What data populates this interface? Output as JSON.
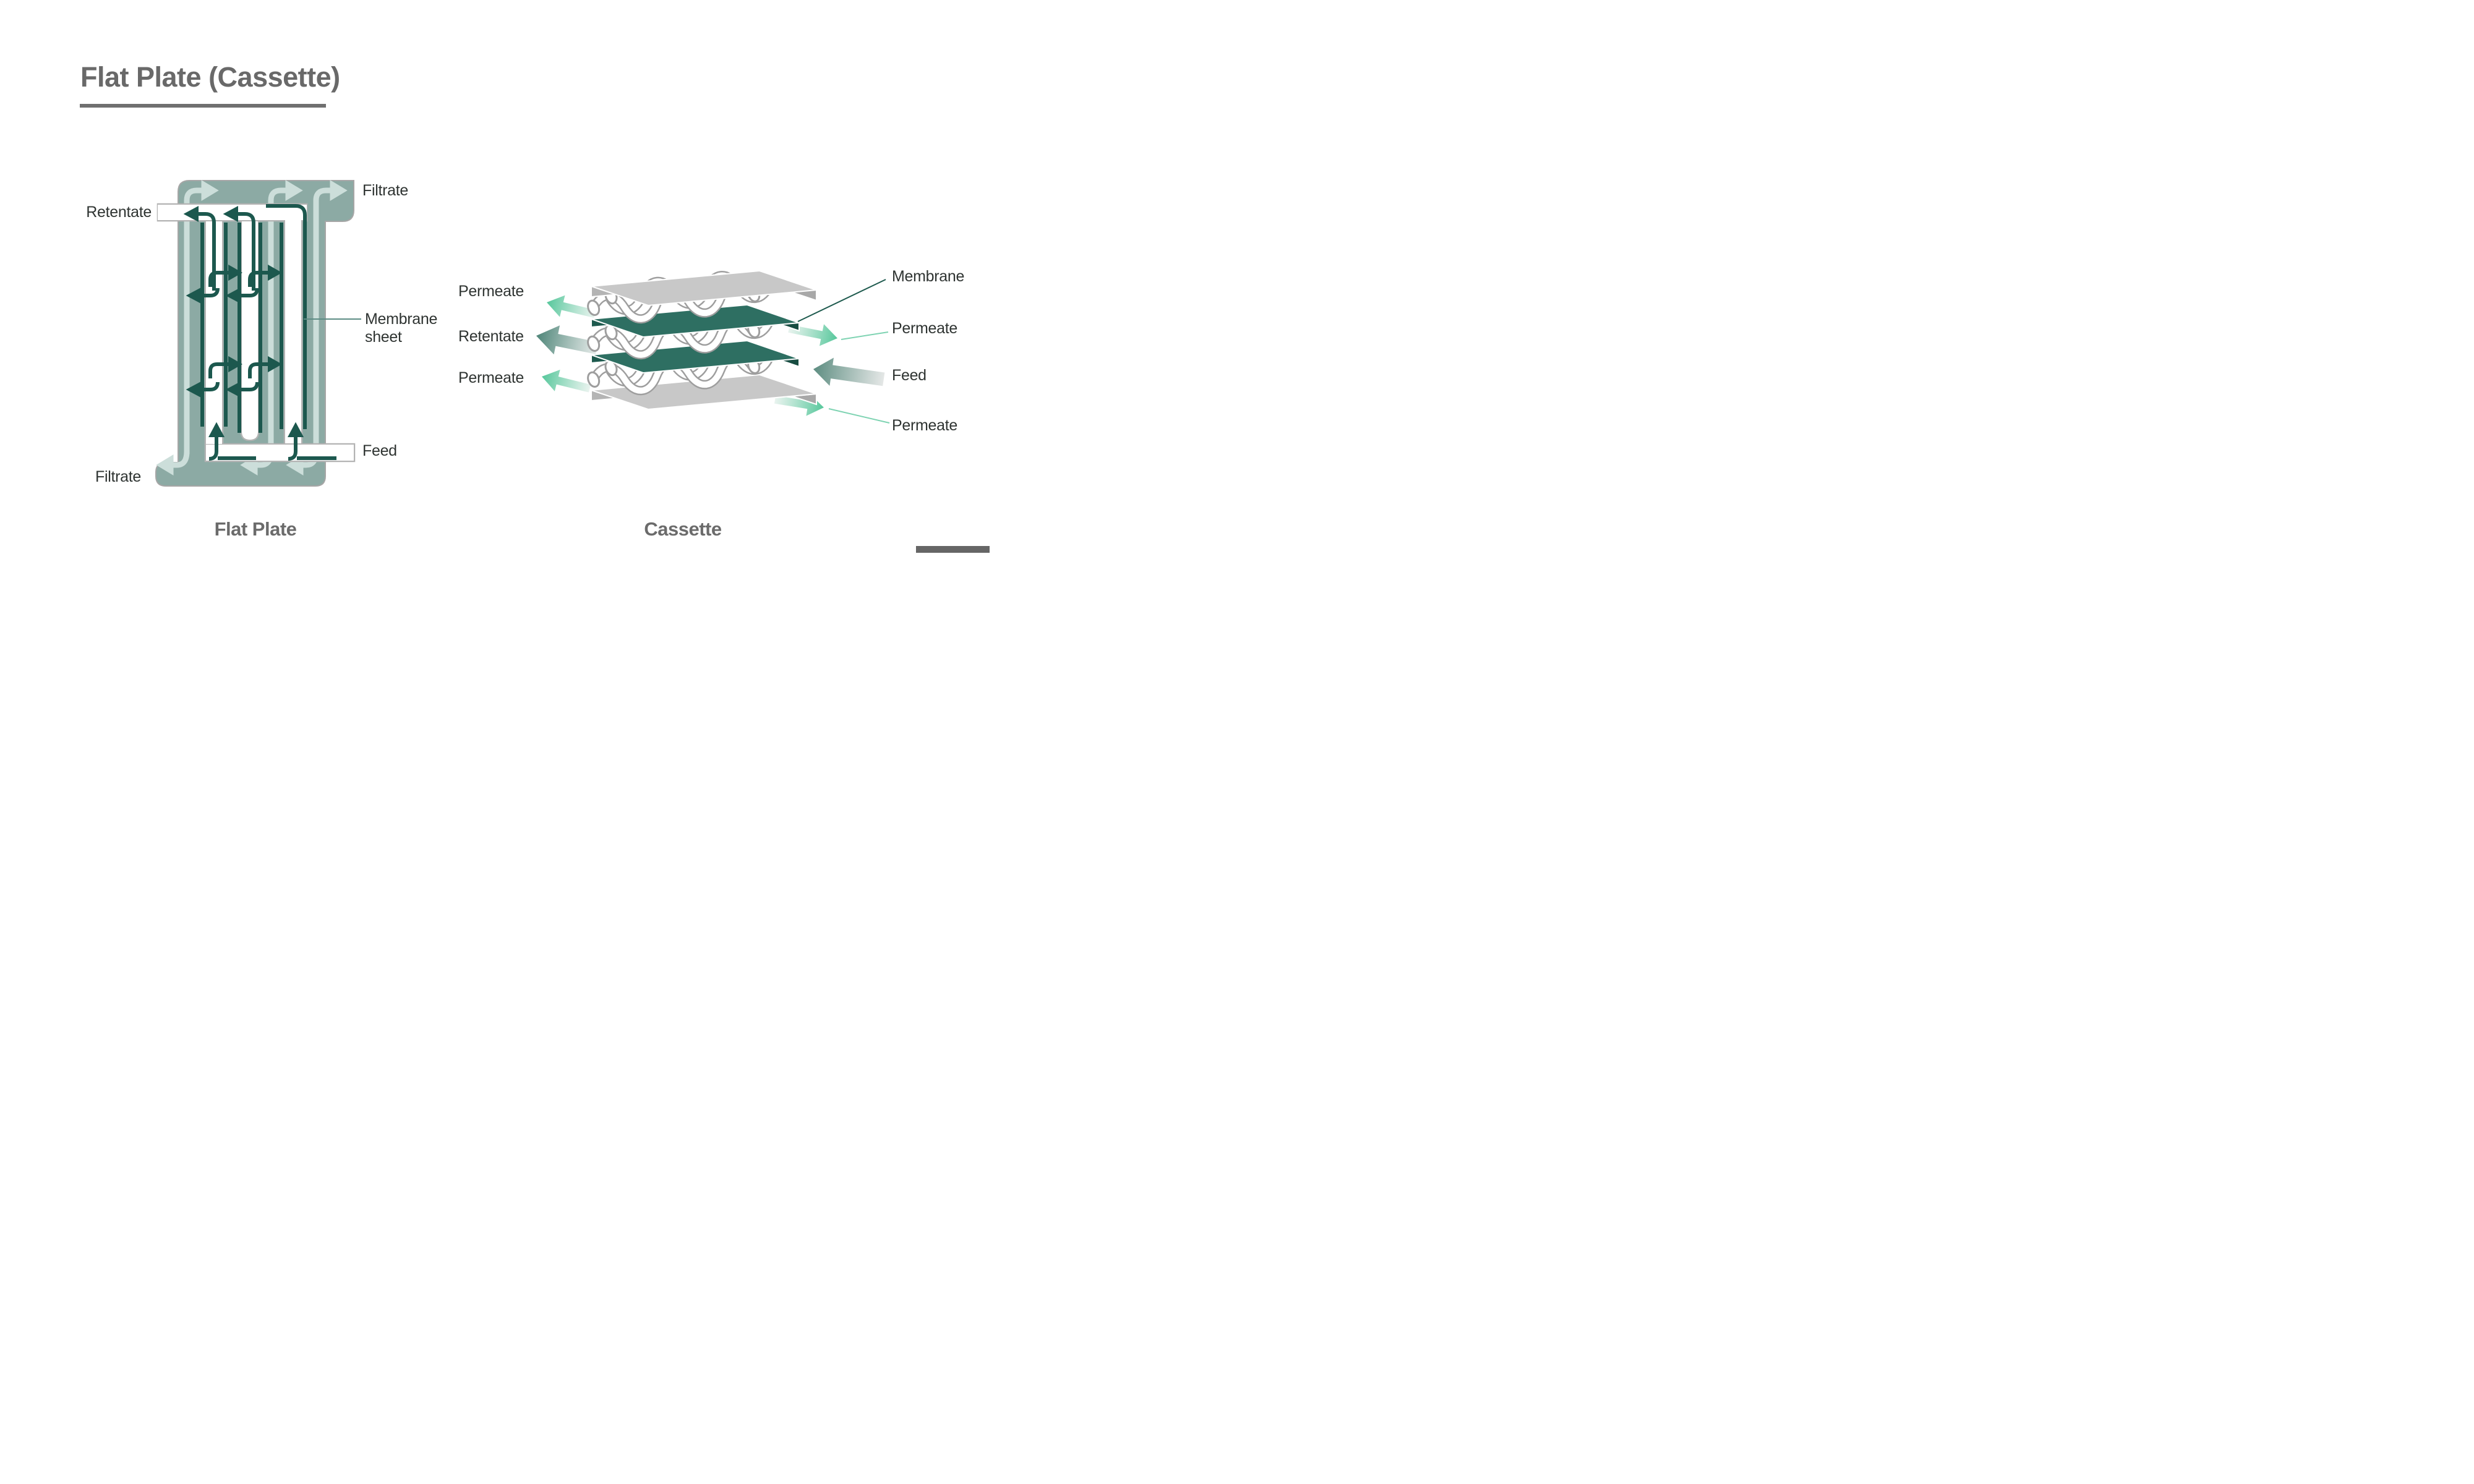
{
  "title": "Flat Plate (Cassette)",
  "flat_plate": {
    "caption": "Flat Plate",
    "labels": {
      "filtrate_top": "Filtrate",
      "retentate": "Retentate",
      "membrane_line1": "Membrane",
      "membrane_line2": "sheet",
      "feed": "Feed",
      "filtrate_bottom": "Filtrate"
    }
  },
  "cassette": {
    "caption": "Cassette",
    "labels_left": [
      "Permeate",
      "Retentate",
      "Permeate"
    ],
    "labels_right": [
      "Membrane",
      "Permeate",
      "Feed",
      "Permeate"
    ]
  },
  "colors": {
    "title_gray": "#696969",
    "label_text": "#2f3432",
    "housing_green": "#8caaa4",
    "pale_filtrate": "#ccdeda",
    "dark_teal": "#1c584e",
    "membrane_plate_top": "#2e6f62",
    "membrane_plate_front": "#1e5a4e",
    "mint_arrow": "#56c79b",
    "retentate_arrow": "#4e8578",
    "gray_plate": "#c8c8c8",
    "accent_bar": "#666666"
  }
}
